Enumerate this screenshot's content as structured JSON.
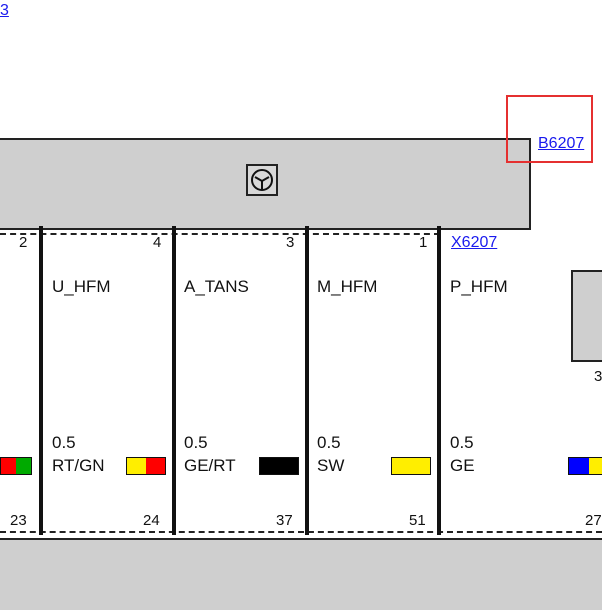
{
  "top_link": "3",
  "component_ref": "B6207",
  "connector_ref": "X6207",
  "sensor_symbol": "sensor-symbol-icon",
  "wires": [
    {
      "top_pin": "2",
      "bottom_pin": "23",
      "signal": "",
      "gauge": "",
      "color_code": "",
      "colors": [
        "#ff0000",
        "#00aa00"
      ]
    },
    {
      "top_pin": "4",
      "bottom_pin": "24",
      "signal": "U_HFM",
      "gauge": "0.5",
      "color_code": "RT/GN",
      "colors": [
        "#ffee00",
        "#ff0000"
      ]
    },
    {
      "top_pin": "3",
      "bottom_pin": "37",
      "signal": "A_TANS",
      "gauge": "0.5",
      "color_code": "GE/RT",
      "colors": [
        "#000000"
      ]
    },
    {
      "top_pin": "1",
      "bottom_pin": "51",
      "signal": "M_HFM",
      "gauge": "0.5",
      "color_code": "SW",
      "colors": [
        "#ffee00"
      ]
    },
    {
      "top_pin": "",
      "bottom_pin": "27",
      "signal": "P_HFM",
      "gauge": "0.5",
      "color_code": "GE",
      "colors": [
        "#0000ff",
        "#ffee00"
      ]
    }
  ],
  "right_pin_partial": "3"
}
